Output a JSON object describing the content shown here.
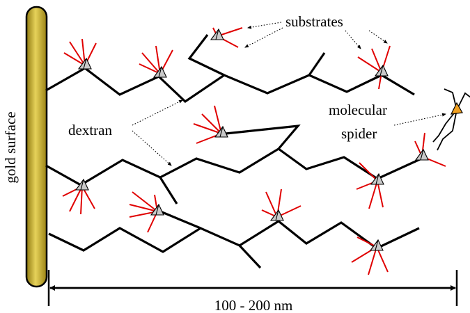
{
  "labels": {
    "gold_surface": "gold surface",
    "substrates": "substrates",
    "dextran": "dextran",
    "molecular": "molecular",
    "spider": "spider",
    "scale": "100 - 200 nm"
  },
  "colors": {
    "gold": "#b59b1e",
    "gold_highlight": "#e6d25a",
    "substrate": "#e00000",
    "anchor": "#c9c9c9",
    "spider_body": "#f0a020"
  }
}
